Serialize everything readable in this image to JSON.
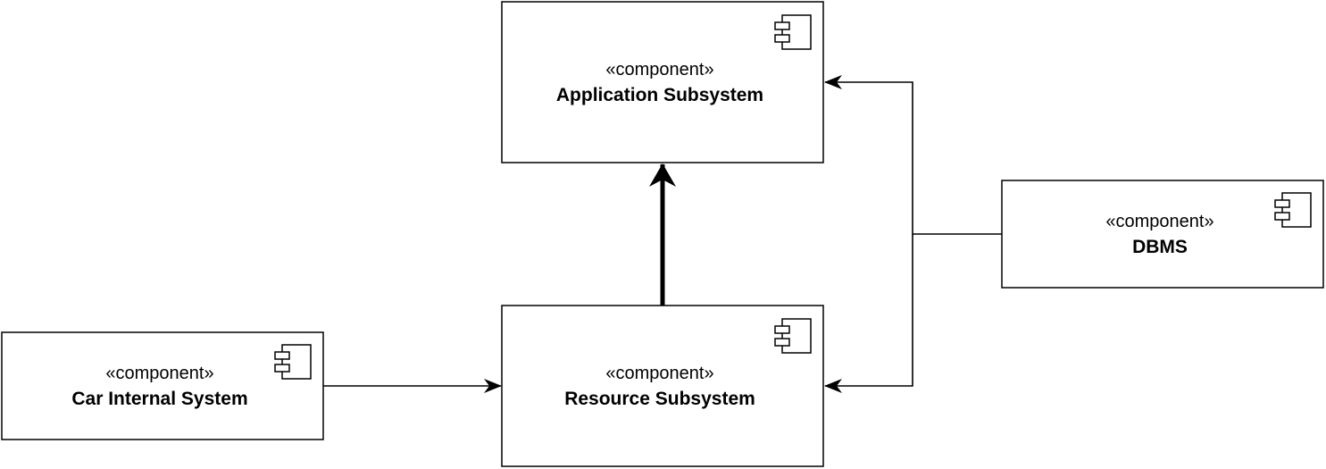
{
  "components": [
    {
      "id": "application",
      "stereotype": "«component»",
      "name": "Application Subsystem"
    },
    {
      "id": "resource",
      "stereotype": "«component»",
      "name": "Resource Subsystem"
    },
    {
      "id": "car",
      "stereotype": "«component»",
      "name": "Car Internal System"
    },
    {
      "id": "dbms",
      "stereotype": "«component»",
      "name": "DBMS"
    }
  ],
  "connections": [
    {
      "from": "resource",
      "to": "application",
      "style": "thick"
    },
    {
      "from": "car",
      "to": "resource",
      "style": "thin"
    },
    {
      "from": "dbms",
      "to": "application",
      "style": "thin"
    },
    {
      "from": "dbms",
      "to": "resource",
      "style": "thin"
    }
  ],
  "colors": {
    "line": "#000000",
    "background": "#ffffff"
  }
}
